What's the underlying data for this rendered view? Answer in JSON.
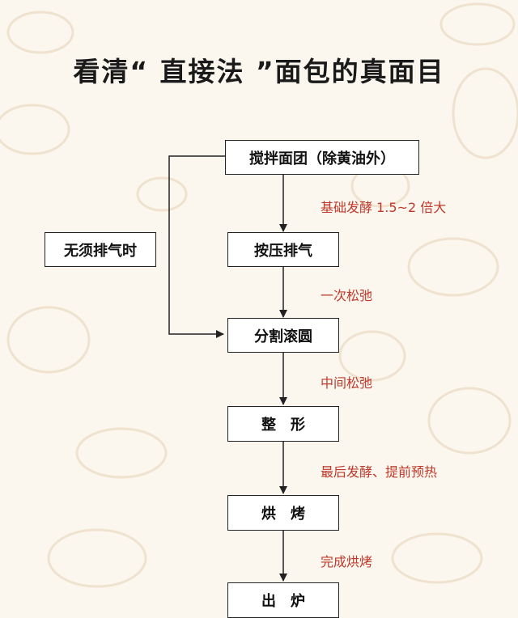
{
  "title": "看清“ 直接法 ”面包的真面目",
  "colors": {
    "background": "#fbf6ee",
    "line": "#222222",
    "step_label": "#c0392b",
    "box_fill": "#ffffff"
  },
  "nodes": [
    "搅拌面团（除黄油外）",
    "按压排气",
    "分割滚圆",
    "整　形",
    "烘　烤",
    "出　炉"
  ],
  "step_labels": [
    "基础发酵 1.5~2 倍大",
    "一次松弛",
    "中间松弛",
    "最后发酵、提前预热",
    "完成烘烤"
  ],
  "bypass_label": "无须排气时"
}
